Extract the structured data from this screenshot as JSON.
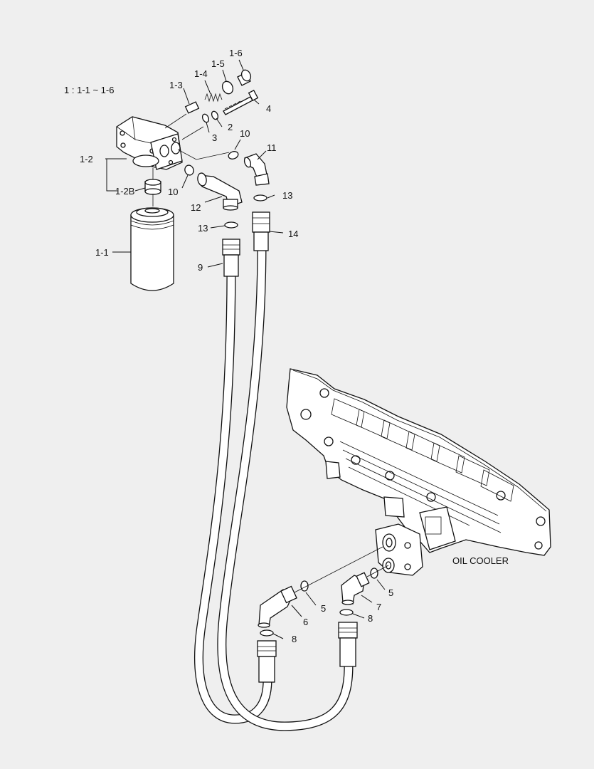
{
  "diagram": {
    "note": "1 : 1-1 ~ 1-6",
    "callouts": {
      "p1_1": "1-1",
      "p1_2": "1-2",
      "p1_2b": "1-2B",
      "p1_3": "1-3",
      "p1_4": "1-4",
      "p1_5": "1-5",
      "p1_6": "1-6",
      "p2": "2",
      "p3": "3",
      "p4": "4",
      "p5a": "5",
      "p5b": "5",
      "p6": "6",
      "p7": "7",
      "p8a": "8",
      "p8b": "8",
      "p9": "9",
      "p10a": "10",
      "p10b": "10",
      "p11": "11",
      "p12": "12",
      "p13a": "13",
      "p13b": "13",
      "p14": "14"
    },
    "oil_cooler_label": "OIL COOLER"
  }
}
